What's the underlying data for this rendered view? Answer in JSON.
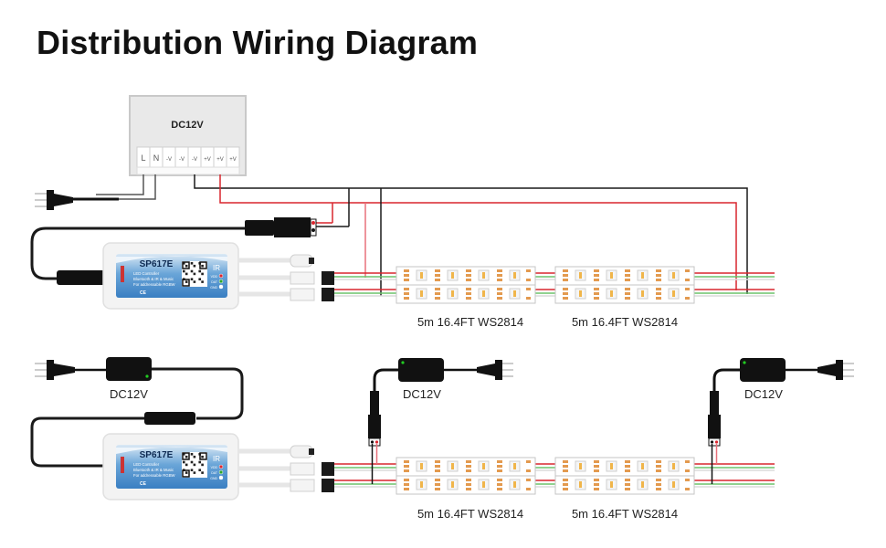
{
  "title": "Distribution Wiring Diagram",
  "power_supply": {
    "label": "DC12V",
    "terminals": [
      "L",
      "N",
      "-V",
      "-V",
      "-V",
      "+V",
      "+V",
      "+V"
    ]
  },
  "controller": {
    "model": "SP617E",
    "lines": [
      "LED Controller",
      "Bluetooth & IR & Music",
      "For addressable RGBW"
    ],
    "ir_label": "IR",
    "pins": [
      "VDD",
      "DAT",
      "GND"
    ]
  },
  "adapter_label": "DC12V",
  "strip_label": "5m 16.4FT WS2814",
  "colors": {
    "wire_red": "#d9262e",
    "wire_pink": "#e8707a",
    "wire_black": "#1a1a1a",
    "wire_green": "#6cc36c",
    "strip_led": "#e39a4f",
    "controller_blue": "#5b9bd5",
    "power_led": "#22cc22"
  },
  "sections": [
    {
      "name": "top",
      "description": "Single large PSU feeding controller and strips",
      "strip_labels": [
        "5m 16.4FT WS2814",
        "5m 16.4FT WS2814"
      ]
    },
    {
      "name": "bottom",
      "description": "Separate DC12V adapters injecting power",
      "adapter_labels": [
        "DC12V",
        "DC12V",
        "DC12V"
      ],
      "strip_labels": [
        "5m 16.4FT WS2814",
        "5m 16.4FT WS2814"
      ]
    }
  ]
}
